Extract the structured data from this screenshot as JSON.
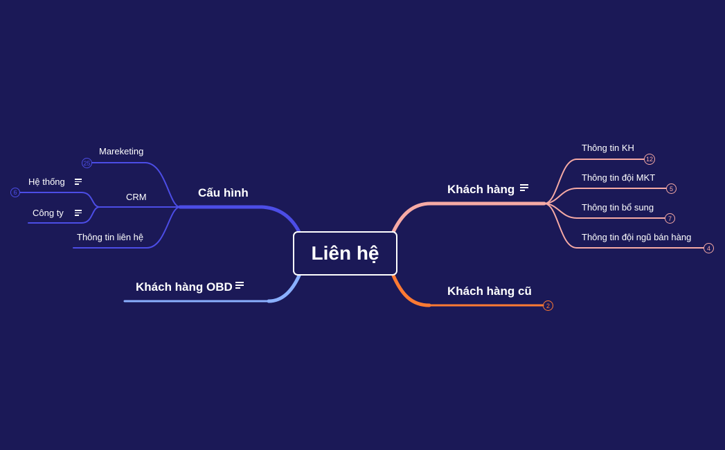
{
  "root": {
    "label": "Liên hệ"
  },
  "colors": {
    "background": "#1b1957",
    "cau_hinh": "#4c4de6",
    "khach_hang": "#f6aaa5",
    "khach_hang_cu": "#ff7a33",
    "khach_hang_obd": "#8ab0ff"
  },
  "branches": {
    "cau_hinh": {
      "label": "Cấu hình",
      "children": {
        "mareketing": {
          "label": "Mareketing",
          "count": "25"
        },
        "crm": {
          "label": "CRM",
          "children": {
            "he_thong": {
              "label": "Hệ thống",
              "count": "6",
              "icon": "note-icon"
            },
            "cong_ty": {
              "label": "Công ty",
              "icon": "note-icon"
            }
          }
        },
        "thong_tin_lien_he": {
          "label": "Thông tin liên hệ"
        }
      }
    },
    "khach_hang_obd": {
      "label": "Khách hàng OBD",
      "icon": "note-icon"
    },
    "khach_hang": {
      "label": "Khách hàng",
      "icon": "note-icon",
      "children": {
        "thong_tin_kh": {
          "label": "Thông tin KH",
          "count": "12"
        },
        "thong_tin_doi_mkt": {
          "label": "Thông tin đội MKT",
          "count": "5"
        },
        "thong_tin_bo_sung": {
          "label": "Thông tin bổ sung",
          "count": "7"
        },
        "thong_tin_doi_ngu_ban_hang": {
          "label": "Thông tin đội ngũ bán hàng",
          "count": "4"
        }
      }
    },
    "khach_hang_cu": {
      "label": "Khách hàng cũ",
      "count": "2"
    }
  }
}
